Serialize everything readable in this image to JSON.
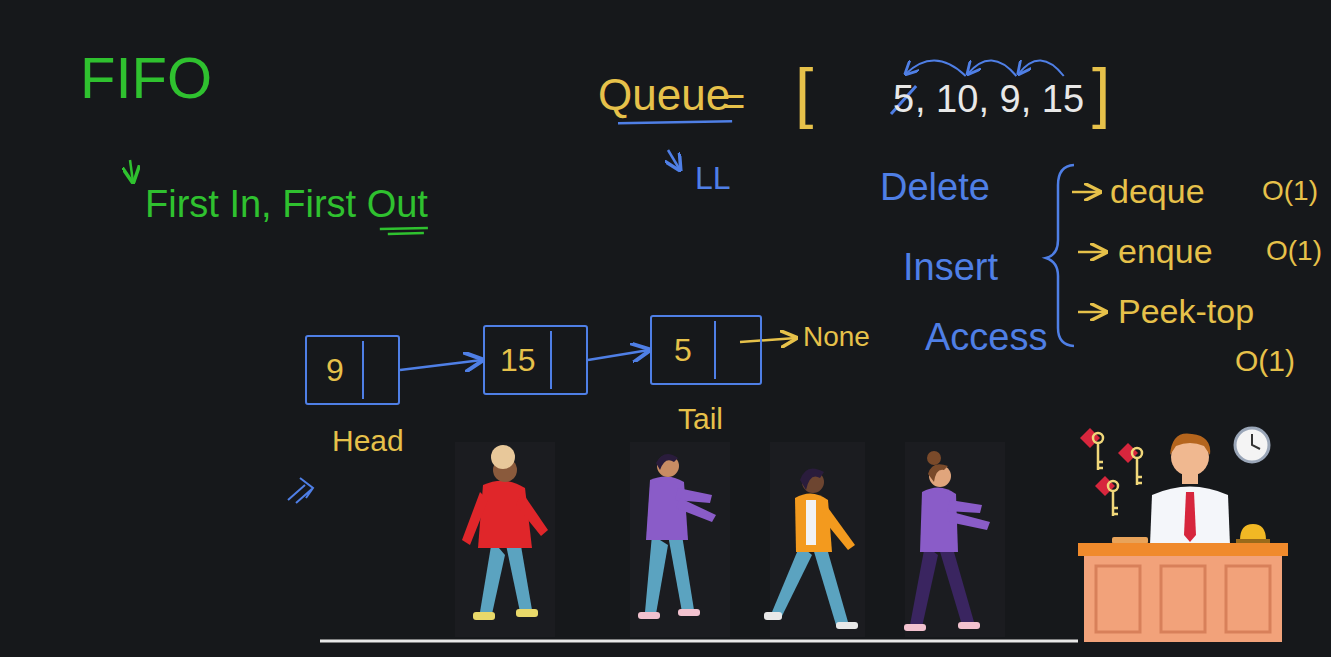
{
  "diagram": {
    "nodes": [
      {
        "text": [
          "9"
        ]
      },
      {
        "text": [
          "15"
        ]
      },
      {
        "text": [
          "5"
        ]
      }
    ],
    "edges": [
      {
        "from": 0,
        "to": 1,
        "arrow": "to"
      },
      {
        "from": 1,
        "to": 2,
        "arrow": "to"
      }
    ],
    "labels": [
      "FIFO",
      "First In, First Out",
      "Queue",
      "=",
      "[",
      "5",
      ", 10, 9, 15",
      "]",
      "LL",
      "Delete",
      "Insert",
      "Access",
      "deque",
      "O(1)",
      "enque",
      "O(1)",
      "Peek-top",
      "O(1)",
      "None",
      "Head",
      "Tail"
    ]
  }
}
